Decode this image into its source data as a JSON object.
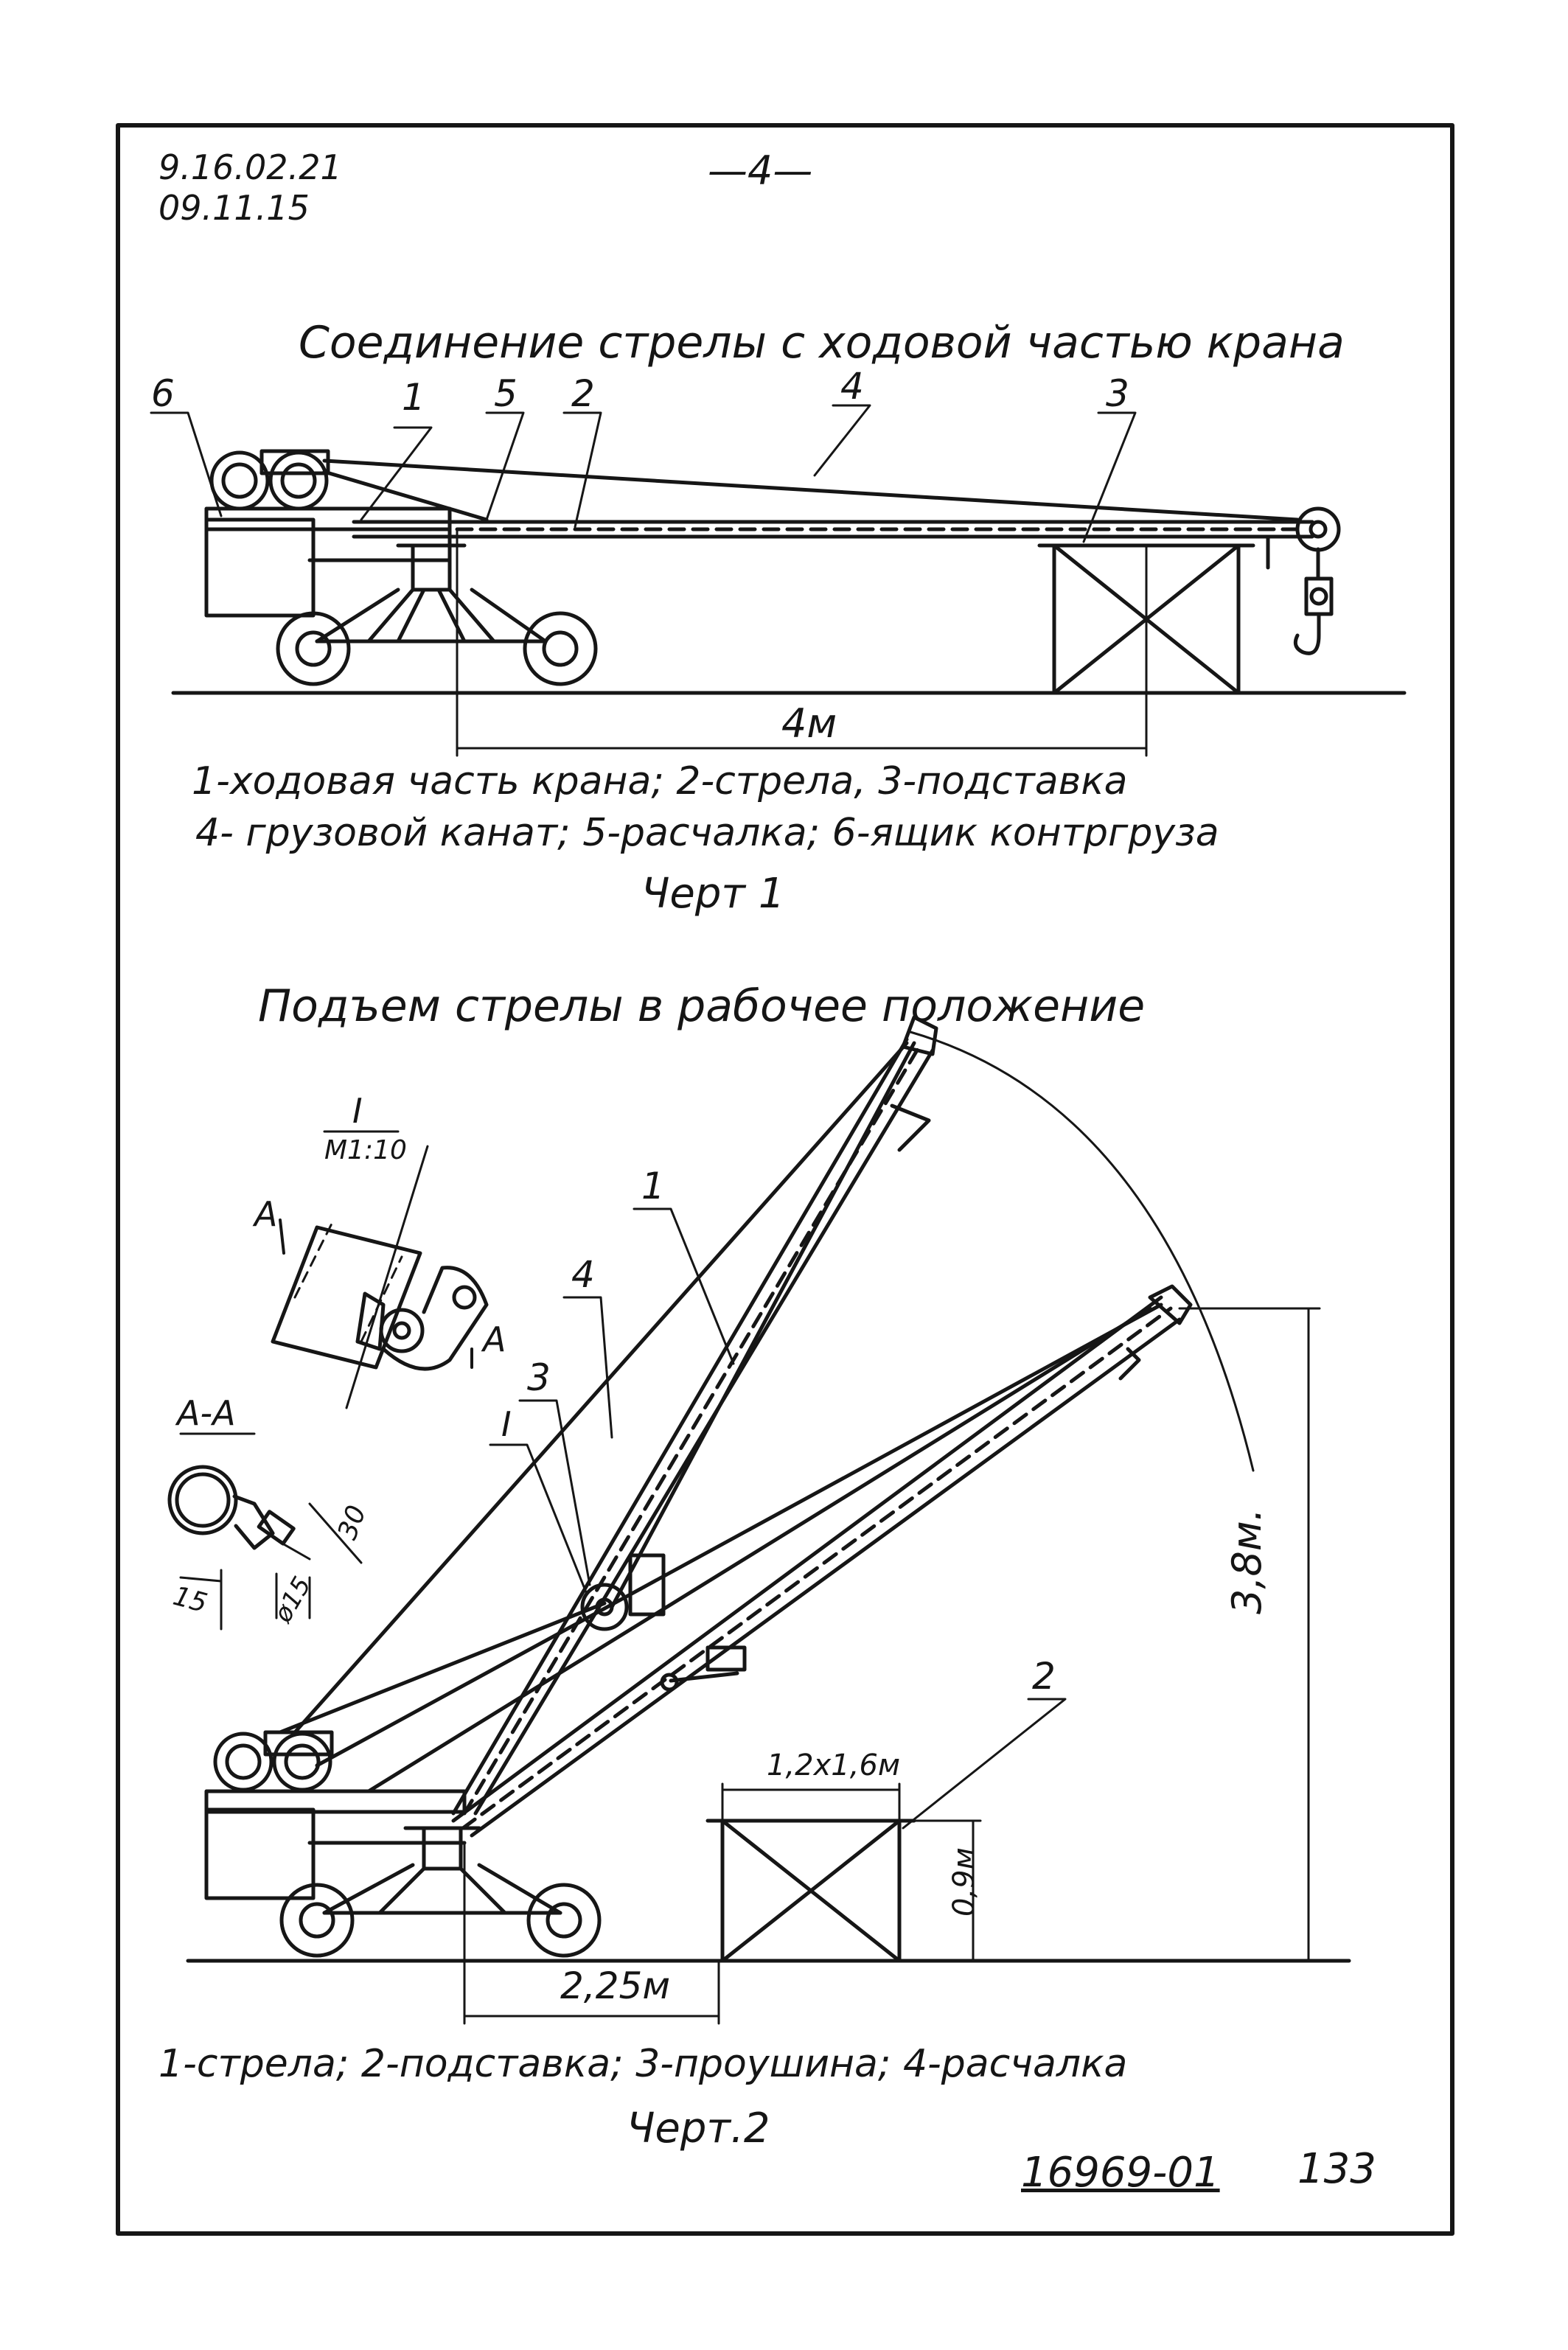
{
  "header": {
    "doc_code_1": "9.16.02.21",
    "doc_code_2": "09.11.15",
    "page_number": "—4—"
  },
  "figure1": {
    "title": "Соединение стрелы с ходовой частью крана",
    "callouts": [
      "6",
      "1",
      "5",
      "2",
      "4",
      "3"
    ],
    "dimension": "4м",
    "legend_line_1": "1-ходовая часть крана; 2-стрела, 3-подставка",
    "legend_line_2": "4- грузовой канат; 5-расчалка; 6-ящик контргруза",
    "caption": "Черт 1"
  },
  "figure2": {
    "title": "Подъем стрелы в рабочее положение",
    "detail_label": "I",
    "detail_scale": "М1:10",
    "section_mark": "А",
    "section_label": "А-А",
    "section_dims": [
      "30",
      "15",
      "ø15"
    ],
    "callouts": [
      "1",
      "4",
      "3",
      "I",
      "2"
    ],
    "height_dim": "3,8м.",
    "support_size": "1,2x1,6м",
    "support_height": "0,9м",
    "base_dim": "2,25м",
    "legend": "1-стрела; 2-подставка; 3-проушина; 4-расчалка",
    "caption": "Черт.2"
  },
  "footer": {
    "doc_number": "16969-01",
    "sheet_number": "133"
  }
}
